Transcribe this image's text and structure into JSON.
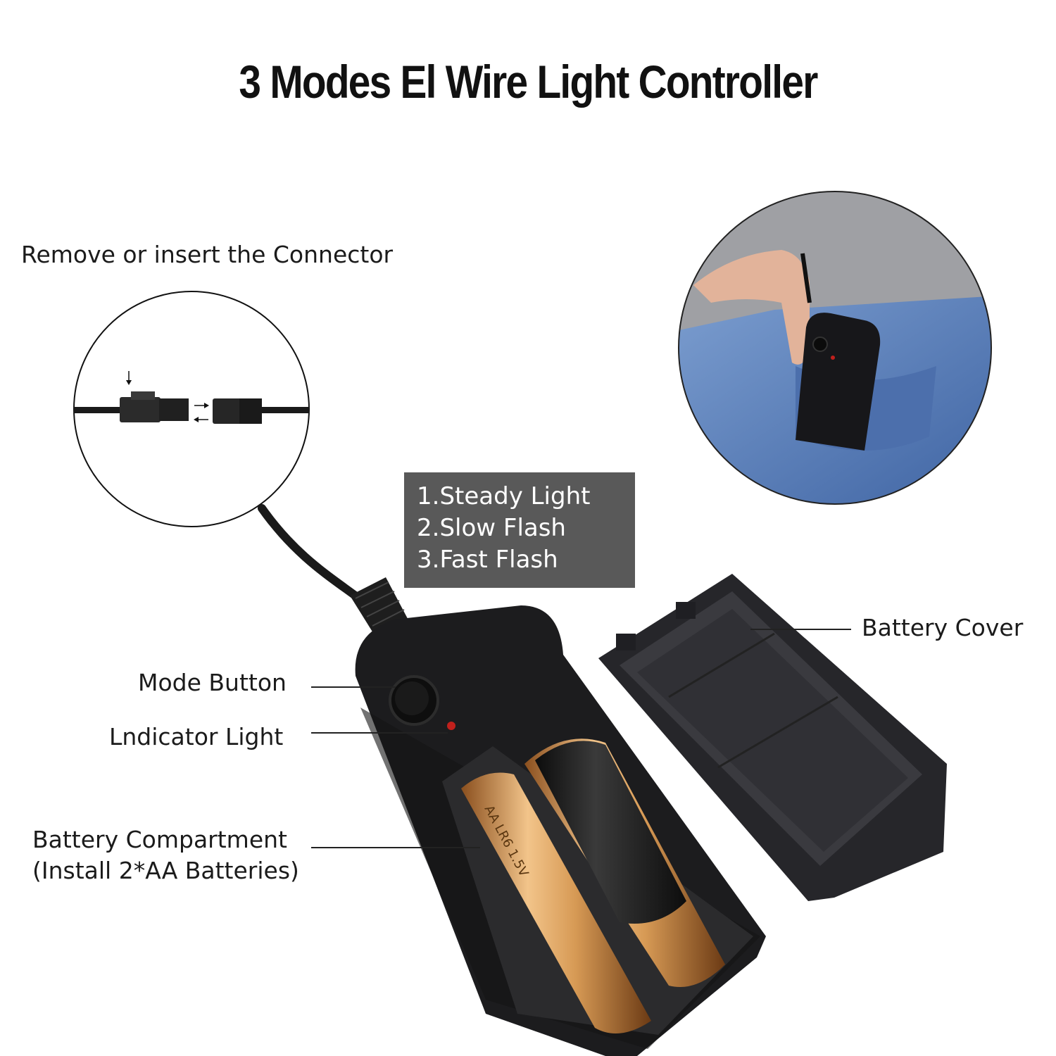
{
  "title": "3 Modes El Wire Light Controller",
  "connector_caption": "Remove or insert the Connector",
  "modes": [
    "1.Steady Light",
    "2.Slow Flash",
    "3.Fast Flash"
  ],
  "callouts": {
    "mode_button": "Mode Button",
    "indicator_light": "Lndicator Light",
    "battery_compartment_line1": "Battery Compartment",
    "battery_compartment_line2": "(Install 2*AA Batteries)",
    "battery_cover": "Battery Cover"
  },
  "battery_marking": "AA LR6 1.5V",
  "colors": {
    "modes_box": "#595959",
    "controller_body": "#1c1c1e",
    "battery_gold": "#c98a4a",
    "denim": "#5b7fb8",
    "indicator_led": "#c0201c"
  },
  "icons": [
    "connector-zoom-icon",
    "arrow-right-icon",
    "arrow-left-icon",
    "arrow-down-icon"
  ]
}
